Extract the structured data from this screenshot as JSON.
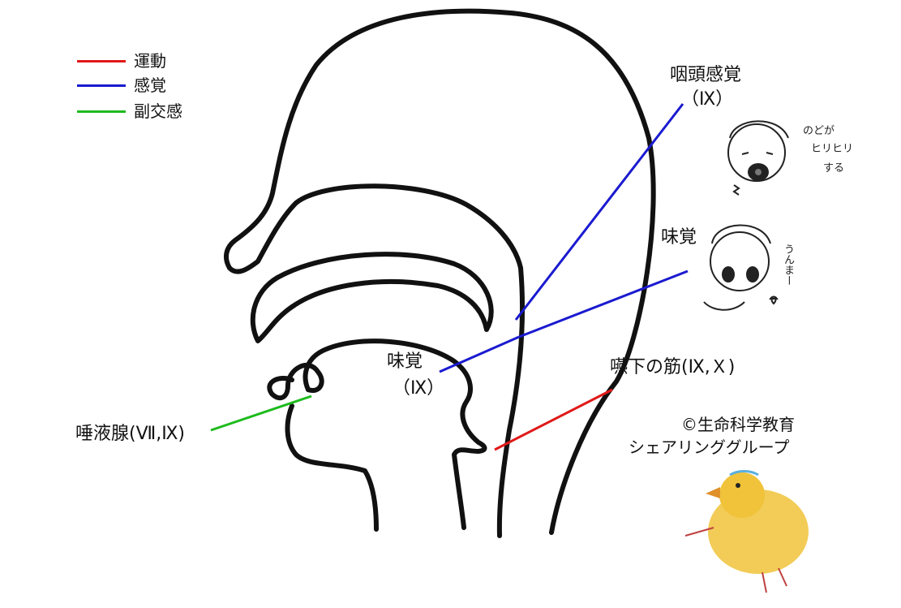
{
  "legend": [
    {
      "label": "運動",
      "color": "#e01919"
    },
    {
      "label": "感覚",
      "color": "#1a1ad0"
    },
    {
      "label": "副交感",
      "color": "#1dbb1d"
    }
  ],
  "labels": {
    "pharynx_sense": "咽頭感覚",
    "pharynx_sense_nerve": "（Ⅸ）",
    "taste_right": "味覚",
    "taste_center": "味覚",
    "taste_center_nerve": "（Ⅸ）",
    "swallow_muscle": "嚥下の筋(Ⅸ,Ｘ)",
    "salivary": "唾液腺(Ⅶ,Ⅸ)",
    "copyright_line1": "©生命科学教育",
    "copyright_line2": "シェアリンググループ"
  },
  "doodles": {
    "sore_throat_1": "のどが",
    "sore_throat_2": "ヒリヒリ",
    "sore_throat_3": "する",
    "tasty": "うんまー"
  }
}
